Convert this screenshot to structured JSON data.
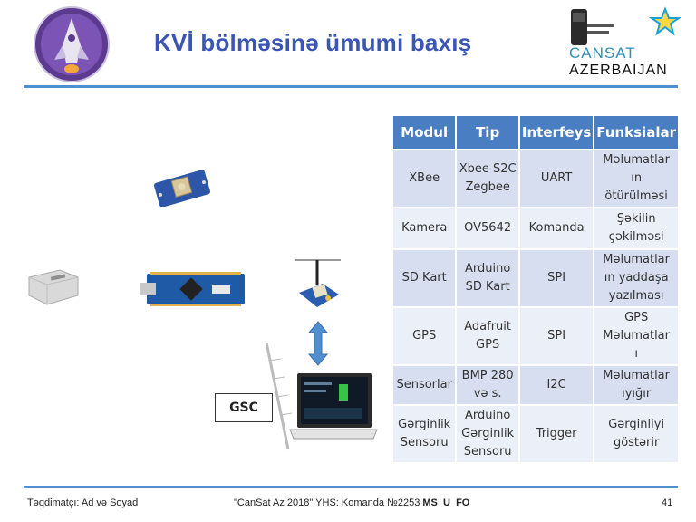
{
  "slide": {
    "title": "KVİ bölməsinə ümumi baxış",
    "logo_right": {
      "line1": "CANSAT",
      "line2": "AZERBAIJAN"
    },
    "gsc_label": "GSC"
  },
  "table": {
    "headers": [
      "Modul",
      "Tip",
      "Interfeys",
      "Funksialar"
    ],
    "rows": [
      [
        "XBee",
        "Xbee S2C\nZegbee",
        "UART",
        "Məlumatlar\nın\nötürülməsi"
      ],
      [
        "Kamera",
        "OV5642",
        "Komanda",
        "Şəkilin\nçəkilməsi"
      ],
      [
        "SD Kart",
        "Arduino\nSD Kart",
        "SPI",
        "Məlumatlar\nın yaddaşa\nyazılması"
      ],
      [
        "GPS",
        "Adafruit\nGPS",
        "SPI",
        "GPS\nMəlumatlar\nı"
      ],
      [
        "Sensorlar",
        "BMP 280\nvə s.",
        "I2C",
        "Məlumatlar\nıyığır"
      ],
      [
        "Gərginlik\nSensoru",
        "Arduino\nGərginlik\nSensoru",
        "Trigger",
        "Gərginliyi\ngöstərir"
      ]
    ]
  },
  "footer": {
    "left": "Təqdimatçı: Ad və Soyad",
    "center_prefix": "\"CanSat Az 2018\" YHS: Komanda №2253",
    "center_team": "MS_U_FO",
    "page_number": "41"
  },
  "colors": {
    "accent": "#3a55b4",
    "rule": "#4f8fd0",
    "table_header": "#4a7ec3",
    "row_odd": "#d6def0",
    "row_even": "#ebeff8"
  }
}
